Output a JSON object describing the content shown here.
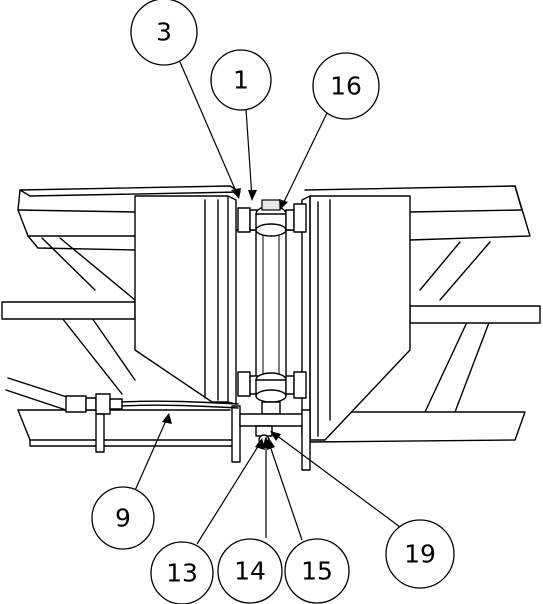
{
  "callouts": [
    {
      "id": "c3",
      "label": "3"
    },
    {
      "id": "c1",
      "label": "1"
    },
    {
      "id": "c16",
      "label": "16"
    },
    {
      "id": "c9",
      "label": "9"
    },
    {
      "id": "c13",
      "label": "13"
    },
    {
      "id": "c14",
      "label": "14"
    },
    {
      "id": "c15",
      "label": "15"
    },
    {
      "id": "c19",
      "label": "19"
    }
  ]
}
